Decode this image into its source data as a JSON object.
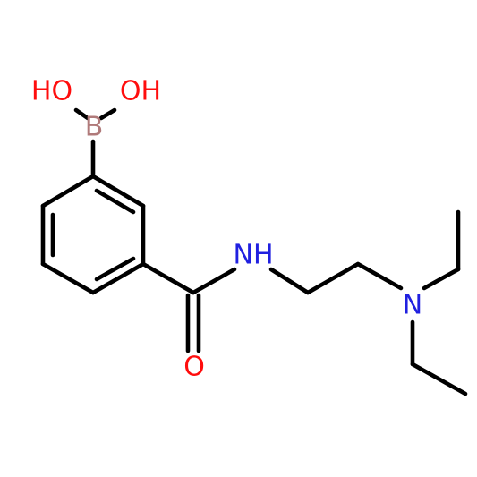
{
  "colors": {
    "background": "#ffffff",
    "bond": "#000000",
    "boron": "#b07a7a",
    "oxygen": "#ff0d0d",
    "nitrogen": "#2020e0"
  },
  "atoms": {
    "oh_left": "HO",
    "oh_right": "OH",
    "boron": "B",
    "carbonyl_oxygen": "O",
    "amide_nitrogen": "NH",
    "amine_nitrogen": "N"
  }
}
